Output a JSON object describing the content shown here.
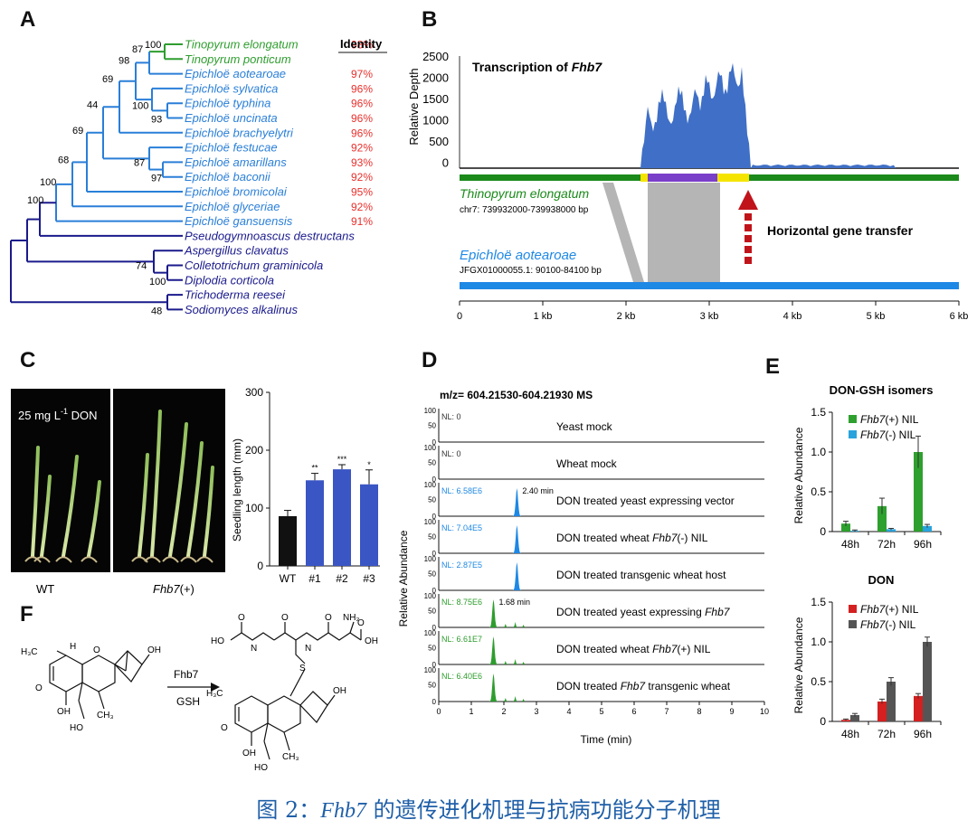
{
  "panelA": {
    "letter": "A",
    "identity_header": "Identity",
    "taxa": [
      {
        "name": "Tinopyrum elongatum",
        "identity": "98%",
        "color": "#2e9d2e"
      },
      {
        "name": "Tinopyrum ponticum",
        "identity": "",
        "color": "#2e9d2e"
      },
      {
        "name": "Epichloë aotearoae",
        "identity": "97%",
        "color": "#2a7fd8"
      },
      {
        "name": "Epichloë sylvatica",
        "identity": "96%",
        "color": "#2a7fd8"
      },
      {
        "name": "Epichloë typhina",
        "identity": "96%",
        "color": "#2a7fd8"
      },
      {
        "name": "Epichloë uncinata",
        "identity": "96%",
        "color": "#2a7fd8"
      },
      {
        "name": "Epichloë brachyelytri",
        "identity": "96%",
        "color": "#2a7fd8"
      },
      {
        "name": "Epichloë festucae",
        "identity": "92%",
        "color": "#2a7fd8"
      },
      {
        "name": "Epichloë amarillans",
        "identity": "93%",
        "color": "#2a7fd8"
      },
      {
        "name": "Epichloë baconii",
        "identity": "92%",
        "color": "#2a7fd8"
      },
      {
        "name": "Epichloë bromicolai",
        "identity": "95%",
        "color": "#2a7fd8"
      },
      {
        "name": "Epichloë glyceriae",
        "identity": "92%",
        "color": "#2a7fd8"
      },
      {
        "name": "Epichloë gansuensis",
        "identity": "91%",
        "color": "#2a7fd8"
      },
      {
        "name": "Pseudogymnoascus destructans",
        "identity": "",
        "color": "#1a1a8c"
      },
      {
        "name": "Aspergillus clavatus",
        "identity": "",
        "color": "#1a1a8c"
      },
      {
        "name": "Colletotrichum graminicola",
        "identity": "",
        "color": "#1a1a8c"
      },
      {
        "name": "Diplodia corticola",
        "identity": "",
        "color": "#1a1a8c"
      },
      {
        "name": "Trichoderma reesei",
        "identity": "",
        "color": "#1a1a8c"
      },
      {
        "name": "Sodiomyces alkalinus",
        "identity": "",
        "color": "#1a1a8c"
      }
    ],
    "bootstrap": [
      "100",
      "87",
      "98",
      "100",
      "93",
      "69",
      "44",
      "87",
      "97",
      "69",
      "68",
      "100",
      "100",
      "74",
      "100",
      "48"
    ],
    "identity_color": "#e8302c"
  },
  "panelB": {
    "letter": "B",
    "title_prefix": "Transcription of ",
    "title_gene": "Fhb7",
    "ylabel": "Relative Depth",
    "yticks": [
      "2500",
      "2000",
      "1500",
      "1000",
      "500",
      "0"
    ],
    "te_name": "Thinopyrum elongatum",
    "te_coords": "chr7: 739932000-739938000 bp",
    "ea_name": "Epichloë aotearoae",
    "ea_coords": "JFGX01000055.1: 90100-84100 bp",
    "hgt_label": "Horizontal gene transfer",
    "xticks": [
      "0",
      "1 kb",
      "2 kb",
      "3 kb",
      "4 kb",
      "5 kb",
      "6 kb"
    ],
    "colors": {
      "coverage": "#3f6fc6",
      "te_bar": "#1b8a1b",
      "ea_bar": "#1e88e5",
      "cds": "#7a3fc9",
      "utr": "#f5e400",
      "arrow": "#c0141a"
    }
  },
  "panelC": {
    "letter": "C",
    "photo_label": "25 mg L",
    "photo_sup": "-1",
    "photo_unit": " DON",
    "wt_label": "WT",
    "fhb7_label": "Fhb7",
    "fhb7_suffix": "(+)",
    "chart_data": {
      "type": "bar",
      "categories": [
        "WT",
        "#1",
        "#2",
        "#3"
      ],
      "values": [
        86,
        148,
        167,
        141
      ],
      "errors": [
        10,
        12,
        8,
        25
      ],
      "significance": [
        "",
        "**",
        "***",
        "*"
      ],
      "ylabel": "Seedling length (mm)",
      "ylim": [
        0,
        300
      ],
      "yticks": [
        "0",
        "100",
        "200",
        "300"
      ],
      "colors": [
        "#111111",
        "#3a55c4",
        "#3a55c4",
        "#3a55c4"
      ]
    }
  },
  "panelD": {
    "letter": "D",
    "header": "m/z= 604.21530-604.21930 MS",
    "ylabel": "Relative Abundance",
    "xlabel": "Time (min)",
    "xticks": [
      "0",
      "1",
      "2",
      "3",
      "4",
      "5",
      "6",
      "7",
      "8",
      "9",
      "10"
    ],
    "ytick_top": "100",
    "ytick_mid": "50",
    "ytick_bottom": "0",
    "traces": [
      {
        "nl": "NL: 0",
        "label": "Yeast  mock",
        "italic": "",
        "after": "",
        "peak": "none",
        "peak_label": "",
        "color": "#333333"
      },
      {
        "nl": "NL: 0",
        "label": "Wheat  mock",
        "italic": "",
        "after": "",
        "peak": "none",
        "peak_label": "",
        "color": "#333333"
      },
      {
        "nl": "NL: 6.58E6",
        "label": "DON treated  yeast expressing vector",
        "italic": "",
        "after": "",
        "peak": "late",
        "peak_label": "2.40 min",
        "color": "#1e88e5"
      },
      {
        "nl": "NL: 7.04E5",
        "label": "DON treated wheat ",
        "italic": "Fhb7",
        "after": "(-) NIL",
        "peak": "late",
        "peak_label": "",
        "color": "#1e88e5"
      },
      {
        "nl": "NL: 2.87E5",
        "label": "DON treated  transgenic  wheat  host",
        "italic": "",
        "after": "",
        "peak": "late",
        "peak_label": "",
        "color": "#1e88e5"
      },
      {
        "nl": "NL: 8.75E6",
        "label": "DON treated  yeast expressing  ",
        "italic": "Fhb7",
        "after": "",
        "peak": "early",
        "peak_label": "1.68 min",
        "color": "#2e9d2e"
      },
      {
        "nl": "NL: 6.61E7",
        "label": "DON treated wheat ",
        "italic": "Fhb7",
        "after": "(+) NIL",
        "peak": "early",
        "peak_label": "",
        "color": "#2e9d2e"
      },
      {
        "nl": "NL: 6.40E6",
        "label": "DON treated  ",
        "italic": "Fhb7",
        "after": "  transgenic wheat",
        "peak": "early",
        "peak_label": "",
        "color": "#2e9d2e"
      }
    ]
  },
  "panelE": {
    "letter": "E",
    "chart_data": [
      {
        "type": "bar",
        "title": "DON-GSH isomers",
        "ylabel": "Relative Abundance",
        "categories": [
          "48h",
          "72h",
          "96h"
        ],
        "ylim": [
          0,
          1.5
        ],
        "yticks": [
          "0",
          "0.5",
          "1.0",
          "1.5"
        ],
        "series": [
          {
            "name_italic": "Fhb7",
            "name_suffix": "(+) NIL",
            "color": "#2ea02e",
            "values": [
              0.1,
              0.32,
              1.0
            ],
            "errors": [
              0.03,
              0.1,
              0.2
            ]
          },
          {
            "name_italic": "Fhb7",
            "name_suffix": "(-)  NIL",
            "color": "#29a3dc",
            "values": [
              0.01,
              0.03,
              0.07
            ],
            "errors": [
              0.01,
              0.01,
              0.02
            ]
          }
        ]
      },
      {
        "type": "bar",
        "title": "DON",
        "ylabel": "Relative Abundance",
        "categories": [
          "48h",
          "72h",
          "96h"
        ],
        "ylim": [
          0,
          1.5
        ],
        "yticks": [
          "0",
          "0.5",
          "1.0",
          "1.5"
        ],
        "series": [
          {
            "name_italic": "Fhb7",
            "name_suffix": "(+) NIL",
            "color": "#d42020",
            "values": [
              0.02,
              0.25,
              0.32
            ],
            "errors": [
              0.01,
              0.03,
              0.03
            ]
          },
          {
            "name_italic": "Fhb7",
            "name_suffix": "(-)  NIL",
            "color": "#555555",
            "values": [
              0.08,
              0.5,
              1.0
            ],
            "errors": [
              0.02,
              0.05,
              0.06
            ]
          }
        ]
      }
    ]
  },
  "panelF": {
    "letter": "F",
    "enzyme": "Fhb7",
    "cofactor": "GSH",
    "atoms": {
      "h3c": "H₃C",
      "o": "O",
      "h": "H",
      "oh": "OH",
      "ho": "HO",
      "ch3": "CH₃",
      "nh2": "NH₂",
      "s": "S",
      "n": "N"
    }
  },
  "caption": {
    "prefix": "图 2：",
    "gene": "Fhb7",
    "suffix": " 的遗传进化机理与抗病功能分子机理"
  }
}
